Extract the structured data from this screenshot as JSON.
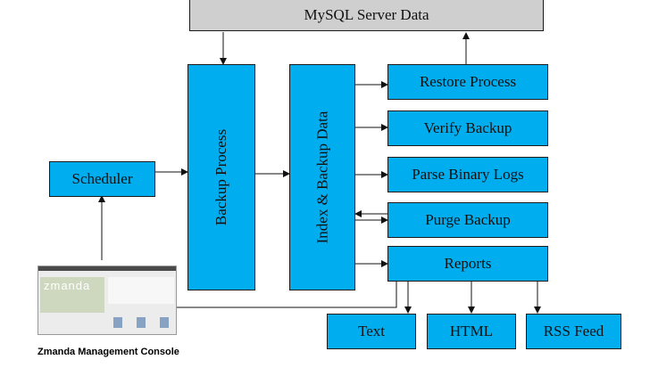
{
  "diagram": {
    "mysql_server_data": "MySQL Server Data",
    "backup_process": "Backup Process",
    "index_backup_data": "Index & Backup Data",
    "restore_process": "Restore Process",
    "verify_backup": "Verify Backup",
    "parse_binary_logs": "Parse Binary Logs",
    "purge_backup": "Purge Backup",
    "reports": "Reports",
    "scheduler": "Scheduler",
    "text": "Text",
    "html": "HTML",
    "rss_feed": "RSS Feed",
    "console_caption": "Zmanda Management Console",
    "console_logo": "zmanda"
  },
  "colors": {
    "box": "#00adef",
    "server": "#cfcfcf"
  }
}
